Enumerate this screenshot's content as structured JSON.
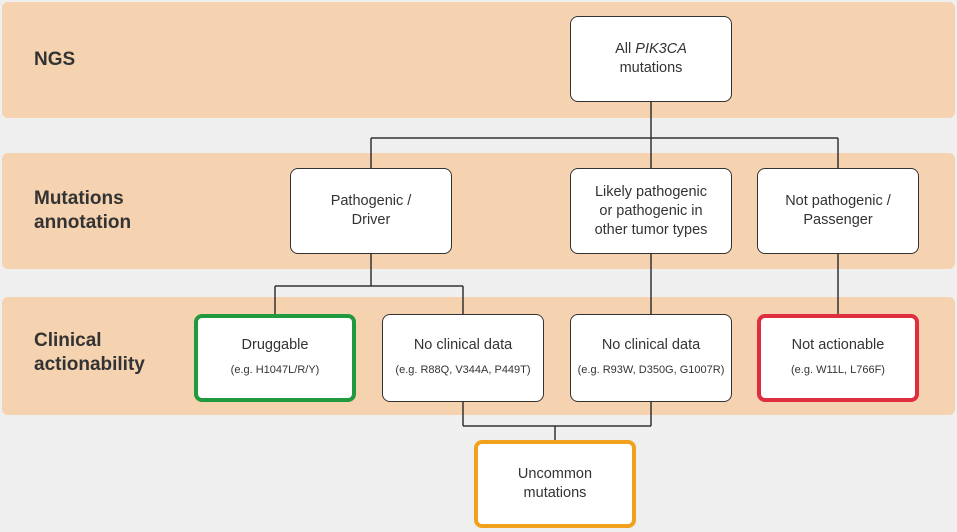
{
  "rows": {
    "ngs": "NGS",
    "annotation": "Mutations\nannotation",
    "actionability": "Clinical\nactionability"
  },
  "nodes": {
    "all": {
      "prefix": "All ",
      "gene": "PIK3CA",
      "suffix": "mutations"
    },
    "pathogenic": "Pathogenic /\nDriver",
    "likely": "Likely pathogenic\nor pathogenic in\nother tumor types",
    "not_pathogenic": "Not pathogenic /\nPassenger",
    "druggable": {
      "title": "Druggable",
      "example": "(e.g. H1047L/R/Y)"
    },
    "no_data_1": {
      "title": "No clinical data",
      "example": "(e.g. R88Q, V344A, P449T)"
    },
    "no_data_2": {
      "title": "No clinical data",
      "example": "(e.g. R93W, D350G, G1007R)"
    },
    "not_actionable": {
      "title": "Not actionable",
      "example": "(e.g. W11L, L766F)"
    },
    "uncommon": "Uncommon\nmutations"
  },
  "colors": {
    "band": "#f5d2b0",
    "druggable_border": "#21993e",
    "not_actionable_border": "#e02e41",
    "uncommon_border": "#f2a11c"
  }
}
